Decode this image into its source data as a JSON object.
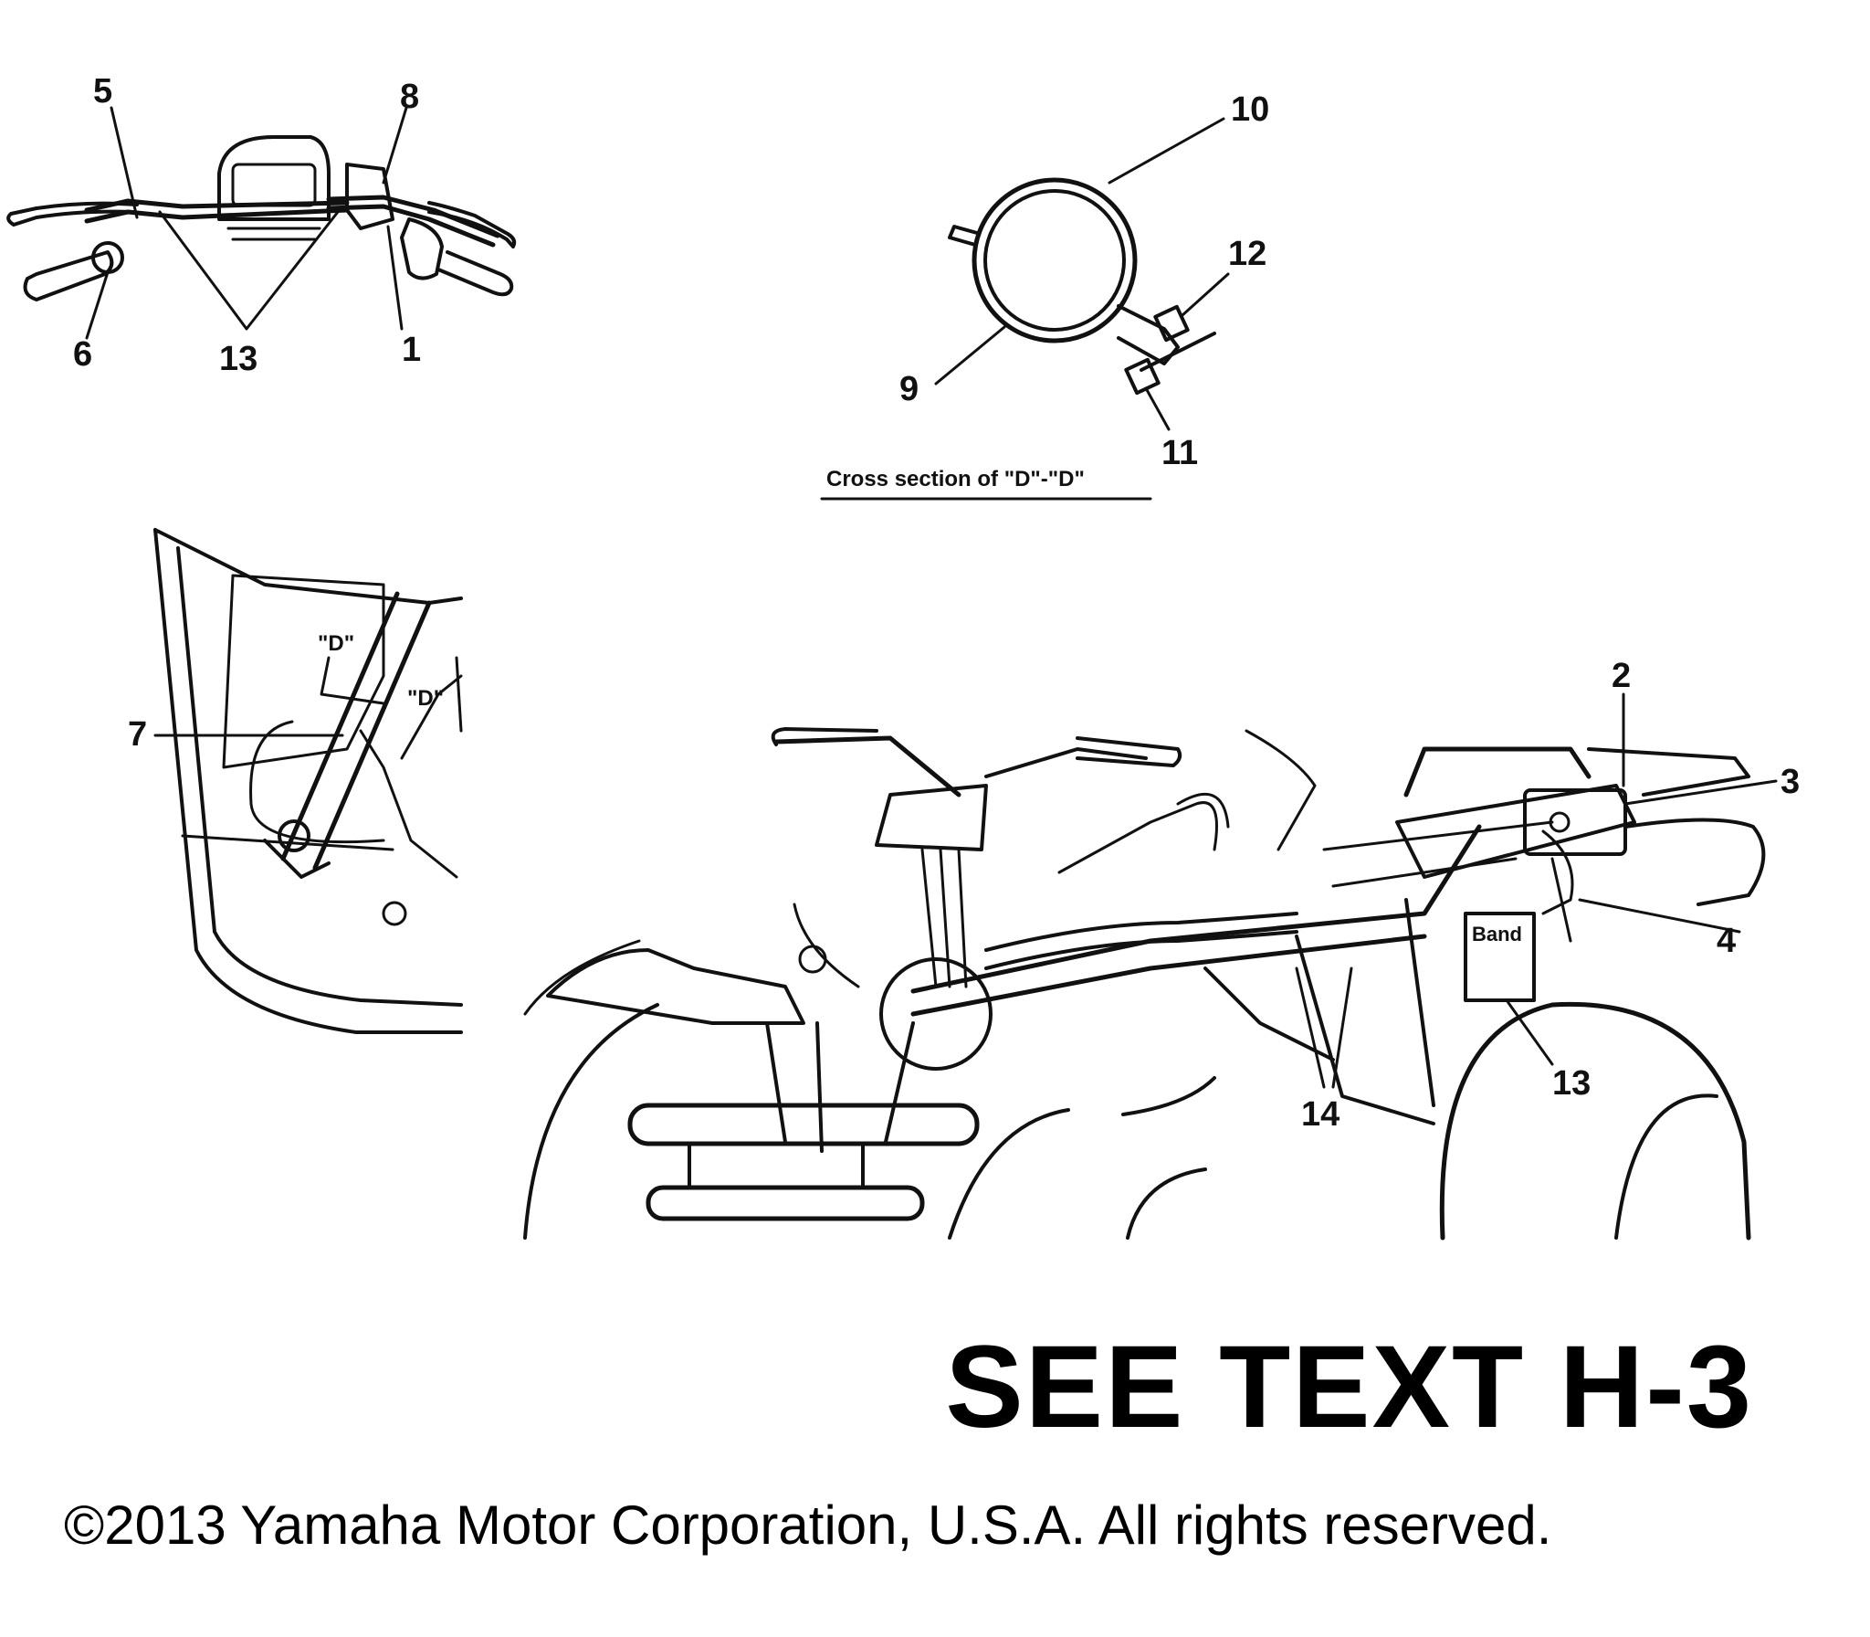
{
  "callouts": {
    "c1": "1",
    "c2": "2",
    "c3": "3",
    "c4": "4",
    "c5": "5",
    "c6": "6",
    "c7": "7",
    "c8": "8",
    "c9": "9",
    "c10": "10",
    "c11": "11",
    "c12": "12",
    "c13a": "13",
    "c13b": "13",
    "c14": "14"
  },
  "section_marks": {
    "d1": "\"D\"",
    "d2": "\"D\""
  },
  "band_label": "Band",
  "cross_section_caption": "Cross section of \"D\"-\"D\"",
  "see_text": "SEE TEXT H-3",
  "copyright": "©2013 Yamaha Motor Corporation, U.S.A. All rights reserved."
}
